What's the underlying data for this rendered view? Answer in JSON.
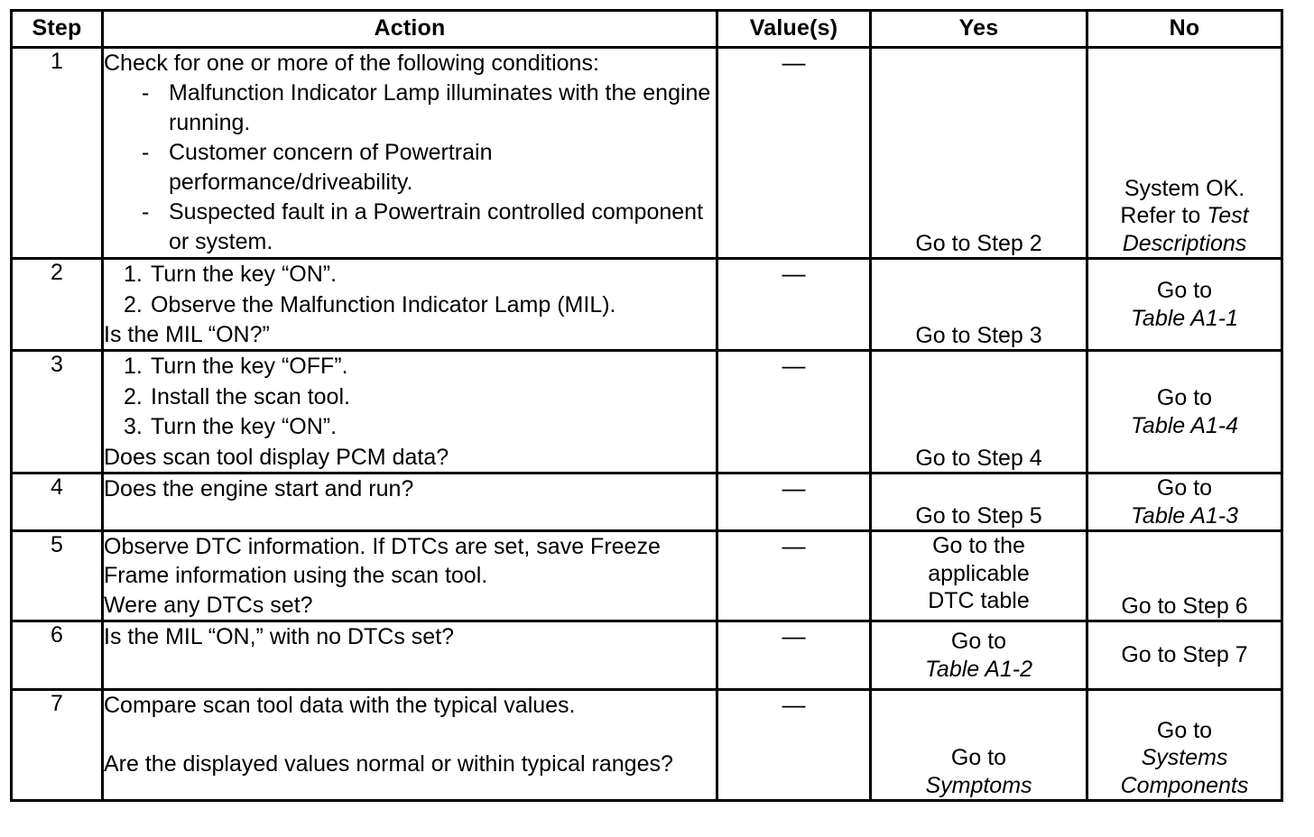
{
  "table": {
    "columns": [
      {
        "key": "step",
        "label": "Step"
      },
      {
        "key": "action",
        "label": "Action"
      },
      {
        "key": "value",
        "label": "Value(s)"
      },
      {
        "key": "yes",
        "label": "Yes"
      },
      {
        "key": "no",
        "label": "No"
      }
    ],
    "dash": "—",
    "bullet_dash": "-",
    "rows": [
      {
        "step": "1",
        "action_lead": "Check for one or more of the following conditions:",
        "bullets": [
          "Malfunction Indicator Lamp illuminates with the engine running.",
          "Customer concern of Powertrain performance/driveability.",
          "Suspected fault in a Powertrain controlled component or system."
        ],
        "numbered": [],
        "action_tail": "",
        "action_tail2": "",
        "value": "—",
        "yes_lines": [
          {
            "text": "Go to Step 2",
            "italic": false
          }
        ],
        "no_lines": [
          {
            "text": "System OK.",
            "italic": false
          },
          {
            "text": "Refer to ",
            "italic": false,
            "trail_italic": "Test"
          },
          {
            "text": "Descriptions",
            "italic": true
          }
        ]
      },
      {
        "step": "2",
        "action_lead": "",
        "bullets": [],
        "numbered": [
          {
            "num": "1.",
            "text": "Turn the key “ON”."
          },
          {
            "num": "2.",
            "text": "Observe the Malfunction Indicator Lamp (MIL)."
          }
        ],
        "action_tail": "Is the MIL “ON?”",
        "action_tail2": "",
        "value": "—",
        "yes_lines": [
          {
            "text": "Go to Step 3",
            "italic": false
          }
        ],
        "no_lines": [
          {
            "text": "Go to",
            "italic": false
          },
          {
            "text": "Table A1-1",
            "italic": true
          }
        ]
      },
      {
        "step": "3",
        "action_lead": "",
        "bullets": [],
        "numbered": [
          {
            "num": "1.",
            "text": "Turn the key “OFF”."
          },
          {
            "num": "2.",
            "text": "Install the scan tool."
          },
          {
            "num": "3.",
            "text": "Turn the key “ON”."
          }
        ],
        "action_tail": "Does scan tool display PCM data?",
        "action_tail2": "",
        "value": "—",
        "yes_lines": [
          {
            "text": "Go to Step 4",
            "italic": false
          }
        ],
        "no_lines": [
          {
            "text": "Go to",
            "italic": false
          },
          {
            "text": "Table A1-4",
            "italic": true
          }
        ]
      },
      {
        "step": "4",
        "action_lead": "Does the engine start and run?",
        "bullets": [],
        "numbered": [],
        "action_tail": "",
        "action_tail2": "",
        "value": "—",
        "yes_lines": [
          {
            "text": "Go to Step 5",
            "italic": false
          }
        ],
        "no_lines": [
          {
            "text": "Go to",
            "italic": false
          },
          {
            "text": "Table A1-3",
            "italic": true
          }
        ]
      },
      {
        "step": "5",
        "action_lead": "Observe DTC information. If DTCs are set, save Freeze Frame information using the scan tool.",
        "bullets": [],
        "numbered": [],
        "action_tail": "Were any DTCs set?",
        "action_tail2": "",
        "value": "—",
        "yes_lines": [
          {
            "text": "Go to the",
            "italic": false
          },
          {
            "text": "applicable",
            "italic": false
          },
          {
            "text": "DTC table",
            "italic": false
          }
        ],
        "no_lines": [
          {
            "text": "Go to Step 6",
            "italic": false
          }
        ]
      },
      {
        "step": "6",
        "action_lead": "Is the MIL “ON,” with no DTCs set?",
        "bullets": [],
        "numbered": [],
        "action_tail": "",
        "action_tail2": "",
        "value": "—",
        "yes_lines": [
          {
            "text": "Go to",
            "italic": false
          },
          {
            "text": "Table A1-2",
            "italic": true
          }
        ],
        "no_lines": [
          {
            "text": "Go to Step 7",
            "italic": false
          }
        ]
      },
      {
        "step": "7",
        "action_lead": "Compare scan tool data with the typical values.",
        "bullets": [],
        "numbered": [],
        "action_tail": "Are the displayed values normal or within typical ranges?",
        "action_tail2": "",
        "value": "—",
        "yes_lines": [
          {
            "text": "Go to",
            "italic": false
          },
          {
            "text": "Symptoms",
            "italic": true
          }
        ],
        "no_lines": [
          {
            "text": "Go to",
            "italic": false
          },
          {
            "text": "Systems",
            "italic": true
          },
          {
            "text": "Components",
            "italic": true
          }
        ]
      }
    ]
  }
}
